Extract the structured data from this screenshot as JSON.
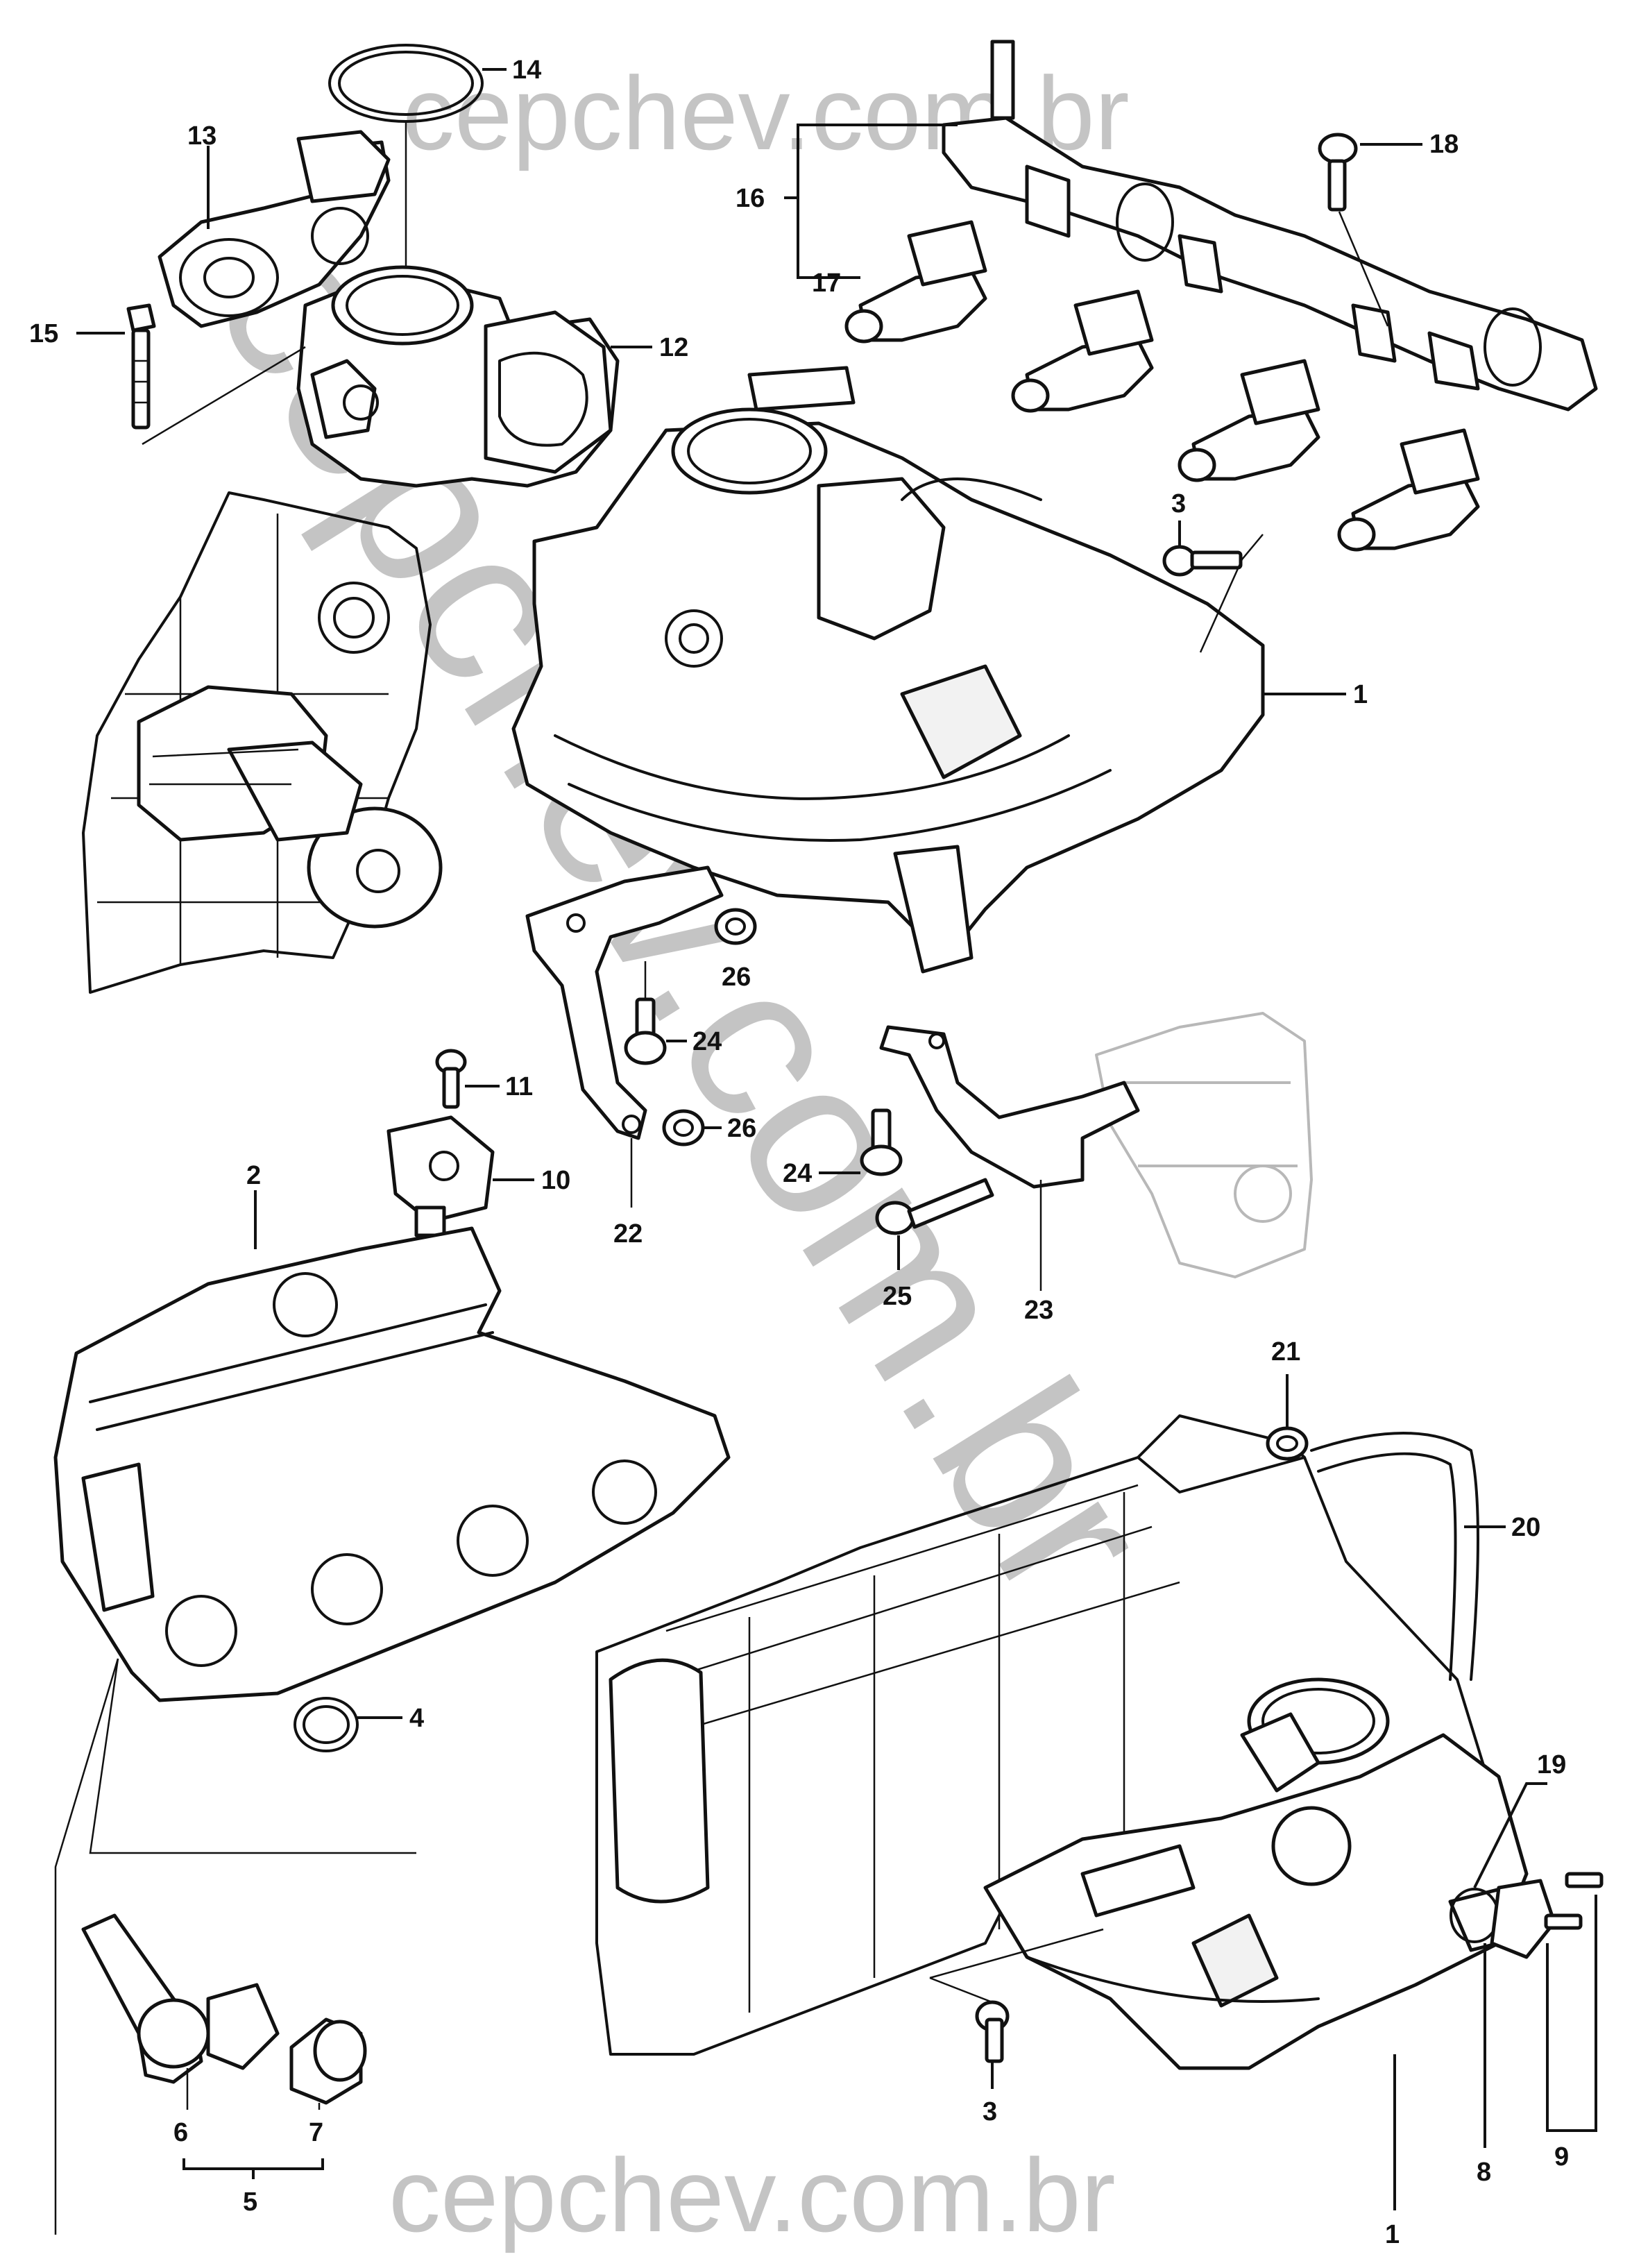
{
  "watermark": {
    "top": "cepchev.com.br",
    "bottom": "cepchev.com.br",
    "diagonal": "cepchev.com.br"
  },
  "labels": {
    "n1_upper": "1",
    "n1_lower": "1",
    "n2": "2",
    "n3_upper": "3",
    "n3_lower": "3",
    "n4": "4",
    "n5": "5",
    "n6": "6",
    "n7": "7",
    "n8": "8",
    "n9": "9",
    "n10": "10",
    "n11": "11",
    "n12": "12",
    "n13": "13",
    "n14": "14",
    "n15": "15",
    "n16": "16",
    "n17": "17",
    "n18": "18",
    "n19": "19",
    "n20": "20",
    "n21": "21",
    "n22": "22",
    "n23": "23",
    "n24_left": "24",
    "n24_right": "24",
    "n25": "25",
    "n26_upper": "26",
    "n26_lower": "26"
  }
}
